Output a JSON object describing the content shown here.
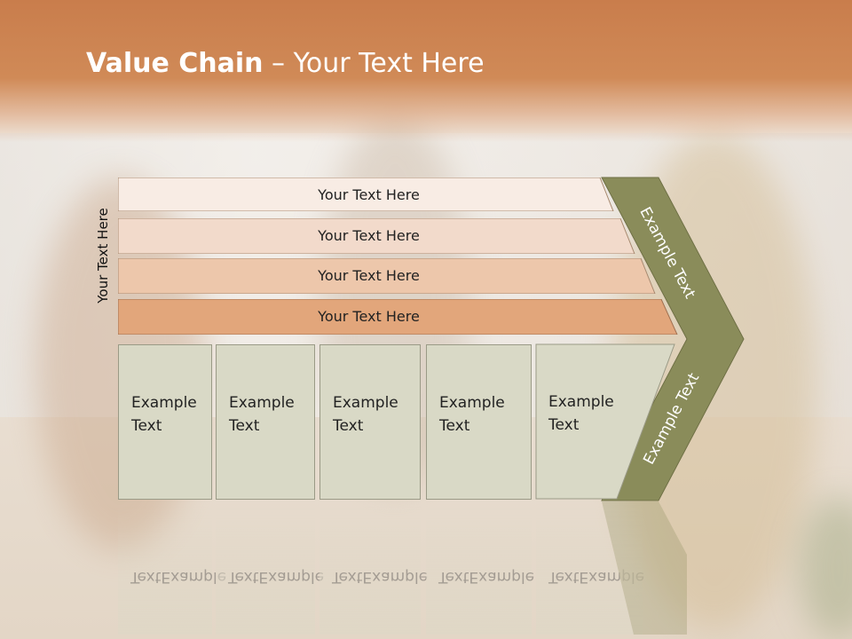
{
  "slide": {
    "title_bold": "Value Chain",
    "title_rest": " – Your Text Here",
    "side_label": "Your Text Here",
    "bars": [
      {
        "label": "Your Text Here",
        "color": "#f8ece4"
      },
      {
        "label": "Your Text Here",
        "color": "#f2dacb"
      },
      {
        "label": "Your Text Here",
        "color": "#edc7ab"
      },
      {
        "label": "Your Text Here",
        "color": "#e2a67b"
      }
    ],
    "boxes": [
      {
        "line1": "Example",
        "line2": "Text"
      },
      {
        "line1": "Example",
        "line2": "Text"
      },
      {
        "line1": "Example",
        "line2": "Text"
      },
      {
        "line1": "Example",
        "line2": "Text"
      },
      {
        "line1": "Example",
        "line2": "Text"
      }
    ],
    "chevron_top_text": "Example Text",
    "chevron_bottom_text": "Example Text",
    "colors": {
      "header": "#cc8150",
      "chevron": "#8a8c5a",
      "box": "#d9d9c6"
    }
  }
}
